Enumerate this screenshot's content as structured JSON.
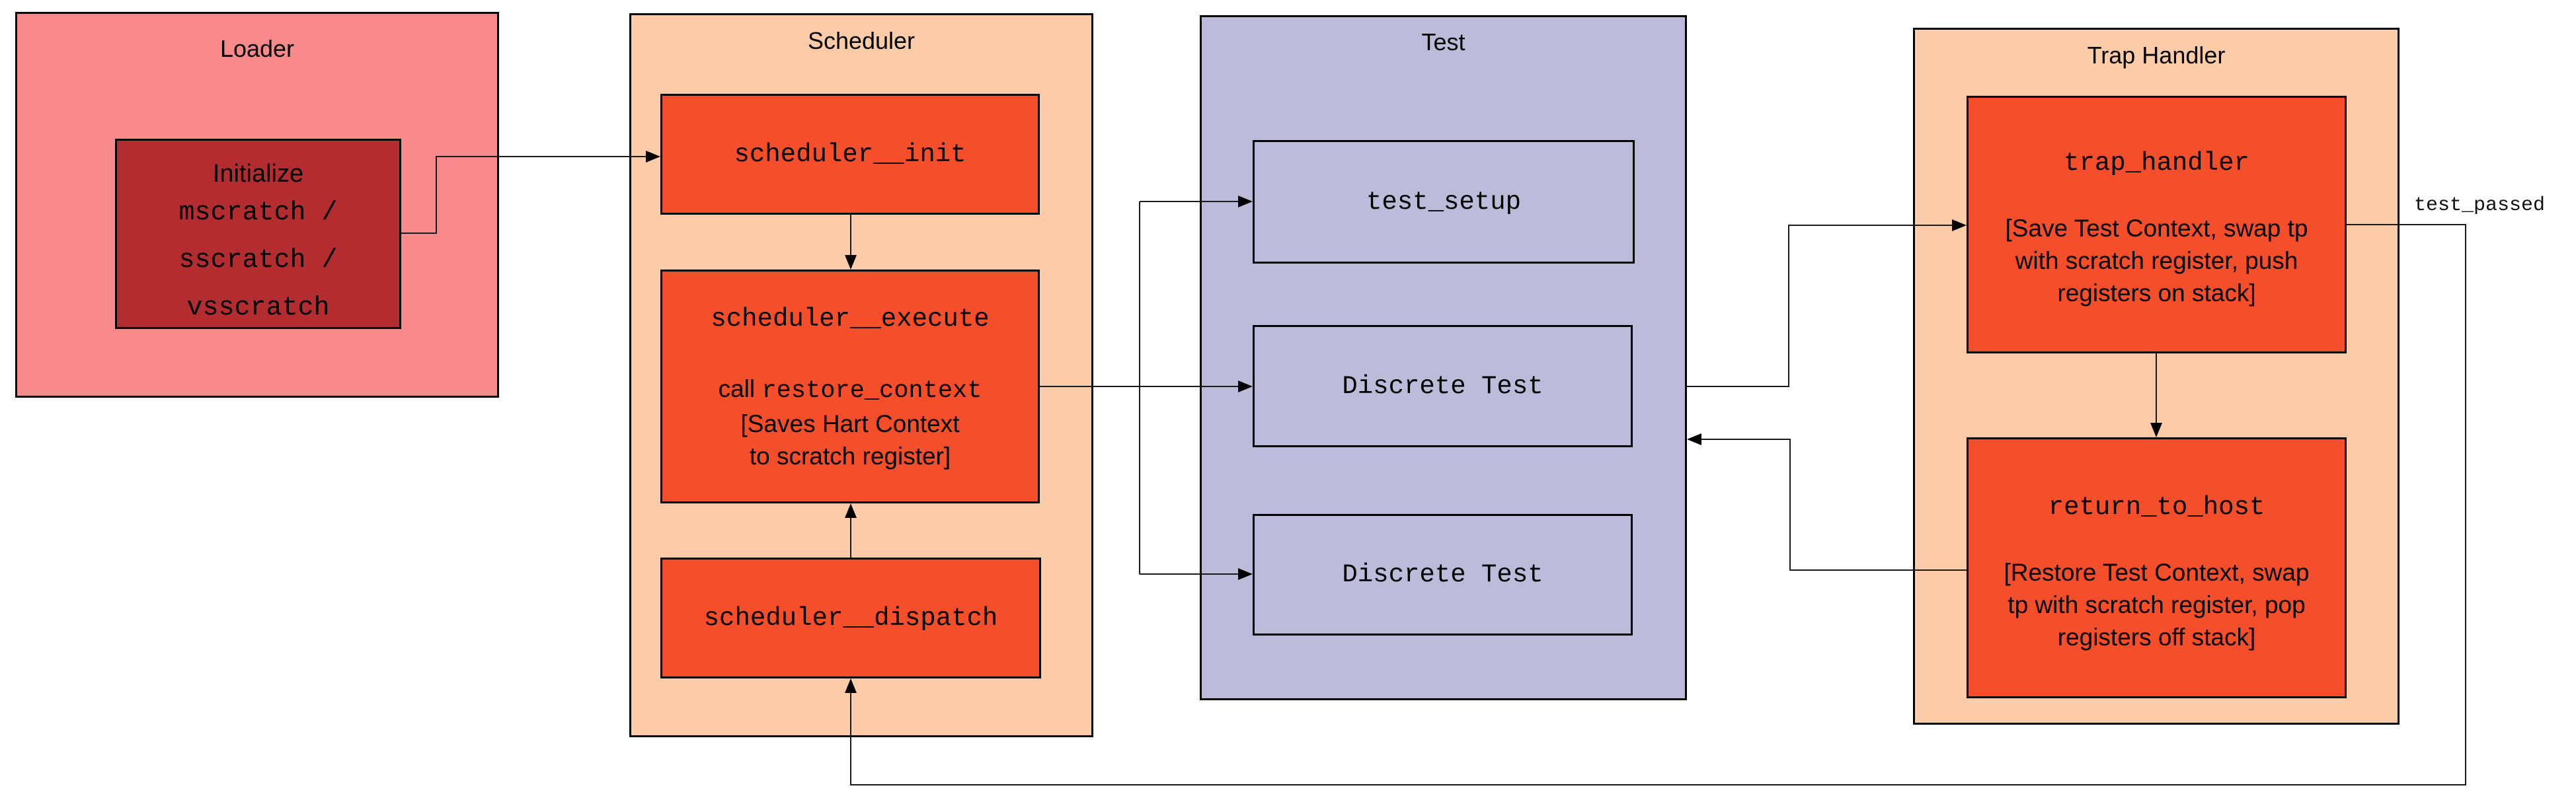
{
  "colors": {
    "loader_fill": "#F98A8C",
    "initialize_fill": "#B32D30",
    "peach_fill": "#FCCBA8",
    "orange_fill": "#F44E2B",
    "lavender_fill": "#BCBCDA",
    "border": "#000000",
    "wire": "#1a1a1a"
  },
  "loader": {
    "title": "Loader",
    "init_box": {
      "title": "Initialize",
      "lines": [
        "mscratch /",
        "sscratch /",
        "vsscratch"
      ]
    }
  },
  "scheduler": {
    "title": "Scheduler",
    "init_box": {
      "label": "scheduler__init"
    },
    "execute_box": {
      "title": "scheduler__execute",
      "call_prefix": "call",
      "call_fn": "restore_context",
      "note": [
        "[Saves Hart Context",
        "to scratch register]"
      ]
    },
    "dispatch_box": {
      "label": "scheduler__dispatch"
    }
  },
  "test": {
    "title": "Test",
    "setup_box": {
      "label": "test_setup"
    },
    "discrete_box_1": {
      "label": "Discrete Test"
    },
    "discrete_box_2": {
      "label": "Discrete Test"
    }
  },
  "trap": {
    "title": "Trap Handler",
    "handler_box": {
      "title": "trap_handler",
      "note": [
        "[Save Test Context, swap tp",
        "with scratch register, push",
        "registers on stack]"
      ]
    },
    "return_box": {
      "title": "return_to_host",
      "note": [
        "[Restore Test Context, swap",
        "tp with scratch register, pop",
        "registers off stack]"
      ]
    }
  },
  "labels": {
    "test_passed": "test_passed"
  }
}
